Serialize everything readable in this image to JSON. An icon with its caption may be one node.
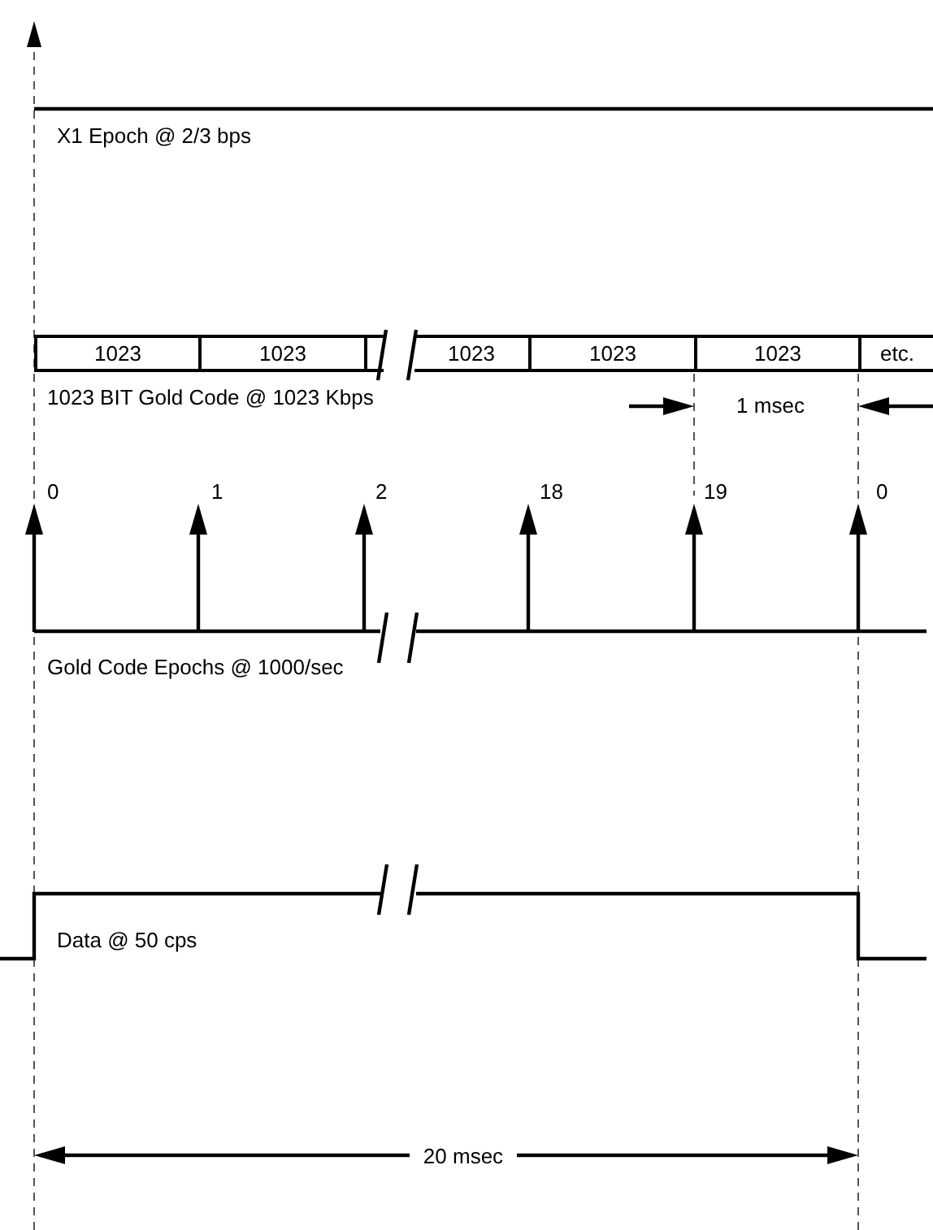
{
  "diagram": {
    "nodes": [
      {
        "text": [
          "1023"
        ]
      },
      {
        "text": [
          "1023"
        ]
      },
      {
        "text": [],
        "shape": "box"
      },
      {
        "text": [
          "1023"
        ]
      },
      {
        "text": [
          "1023"
        ]
      },
      {
        "text": [
          "1023"
        ]
      },
      {
        "text": [
          "etc."
        ]
      }
    ],
    "labels": [
      "X1 Epoch @ 2/3 bps",
      "1023 BIT Gold Code @ 1023 Kbps",
      "1 msec",
      "0",
      "1",
      "2",
      "18",
      "19",
      "0",
      "Gold Code Epochs @ 1000/sec",
      "Data @ 50 cps",
      "20 msec"
    ]
  }
}
